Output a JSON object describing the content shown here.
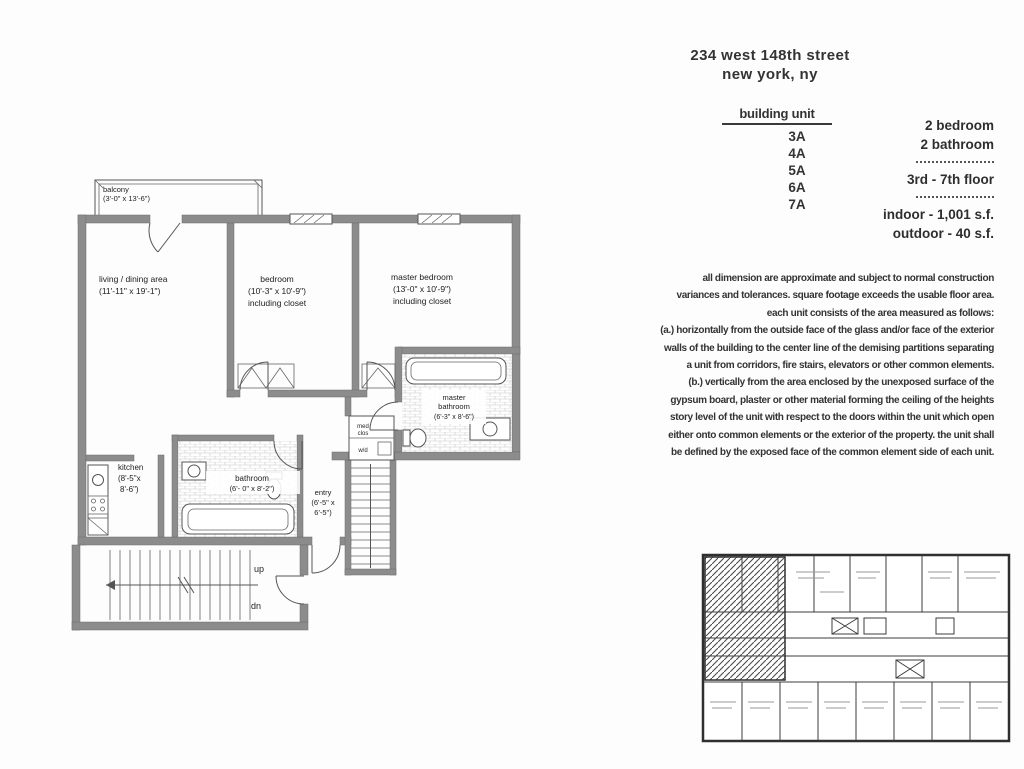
{
  "header": {
    "address_line1": "234 west 148th street",
    "address_line2": "new york, ny"
  },
  "unit_block": {
    "building_unit_label": "building unit",
    "units": [
      "3A",
      "4A",
      "5A",
      "6A",
      "7A"
    ]
  },
  "stats": {
    "bedrooms": "2 bedroom",
    "bathrooms": "2 bathroom",
    "floors": "3rd - 7th floor",
    "indoor": "indoor - 1,001 s.f.",
    "outdoor": "outdoor - 40 s.f."
  },
  "disclaimer": {
    "lines": [
      "all dimension are approximate and subject to normal construction",
      "variances and tolerances.  square footage exceeds the usable floor area.",
      "each unit consists of the area measured as follows:",
      "(a.) horizontally from the outside face of the glass and/or face of the exterior",
      "walls of the building to the center line of the demising partitions separating",
      "a unit from corridors, fire  stairs, elevators or other common elements.",
      "(b.) vertically from the area enclosed by the unexposed surface of the",
      "gypsum board, plaster or other material forming the ceiling of the heights",
      "story level of the unit with respect to the doors within the unit which open",
      "either onto common elements  or the exterior of the property.  the unit shall",
      "be defined by the exposed face of the common element side of each unit."
    ]
  },
  "floorplan": {
    "balcony": {
      "name": "balcony",
      "dims": "(3'-0\" x 13'-6\")"
    },
    "living": {
      "name": "living / dining area",
      "dims": "(11'-11\" x 19'-1\")"
    },
    "bedroom": {
      "name": "bedroom",
      "dims": "(10'-3\" x 10'-9\")",
      "note": "including closet"
    },
    "master_bedroom": {
      "name": "master bedroom",
      "dims": "(13'-0\" x 10'-9\")",
      "note": "including closet"
    },
    "master_bath": {
      "name1": "master",
      "name2": "bathroom",
      "dims": "(6'-3\" x 8'-6\")"
    },
    "kitchen": {
      "name": "kitchen",
      "dims1": "(8'-5\"x",
      "dims2": "8'-6\")"
    },
    "bathroom": {
      "name": "bathroom",
      "dims": "(6'- 0\" x 8'-2\")"
    },
    "entry": {
      "name": "entry",
      "dims1": "(6'-5\" x",
      "dims2": "6'-5\")"
    },
    "wd_closet": {
      "l1": "med",
      "l2": "clos",
      "l3": "w/d"
    },
    "stairs": {
      "up": "up",
      "dn": "dn"
    }
  }
}
